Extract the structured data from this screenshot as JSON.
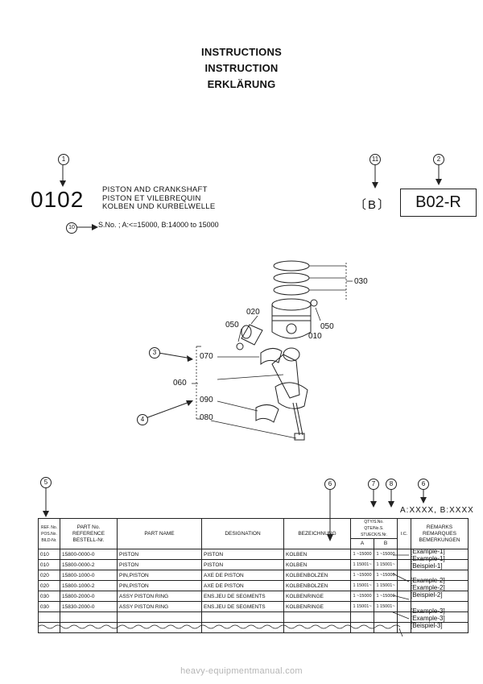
{
  "titles": [
    "INSTRUCTIONS",
    "INSTRUCTION",
    "ERKLÄRUNG"
  ],
  "group": {
    "code": "0102",
    "descriptions": [
      "PISTON AND CRANKSHAFT",
      "PISTON ET VILEBREQUIN",
      "KOLBEN UND KURBELWELLE"
    ],
    "bracket_letter": "〔B〕",
    "box_code": "B02-R",
    "serial_note": "S.No. ; A:<=15000, B:14000 to 15000"
  },
  "callouts": {
    "c1": "1",
    "c2": "2",
    "c3": "3",
    "c4": "4",
    "c5": "5",
    "c6a": "6",
    "c6b": "6",
    "c7": "7",
    "c8": "8",
    "c10": "10",
    "c11": "11"
  },
  "diagram_labels": {
    "p030": "030",
    "p020": "020",
    "p050a": "050",
    "p050b": "050",
    "p010": "010",
    "p070": "070",
    "p060": "060",
    "p090": "090",
    "p080": "080"
  },
  "remarks_header": "A:XXXX, B:XXXX",
  "table": {
    "headers": {
      "ref": [
        "REF. No.",
        "POS.No.",
        "BILD-Nr."
      ],
      "part_no": [
        "PART No.",
        "REFERENCE",
        "BESTELL-Nr."
      ],
      "part_name": "PART NAME",
      "designation": "DESIGNATION",
      "bezeichnung": "BEZEICHNUNG",
      "qty": [
        "QTY/S.No.",
        "QTE/No.S.",
        "STUECK/S.Nr."
      ],
      "qty_a": "A",
      "qty_b": "B",
      "ic": "I.C.",
      "remarks": [
        "REMARKS",
        "REMARQUES",
        "BEMERKUNGEN"
      ]
    },
    "rows": [
      {
        "ref": "010",
        "part": "15800-0000-0",
        "name": "PISTON",
        "desig": "PISTON",
        "bez": "KOLBEN",
        "qa": "1 ~15000",
        "qb": "1 ~15000"
      },
      {
        "ref": "010",
        "part": "15800-0000-2",
        "name": "PISTON",
        "desig": "PISTON",
        "bez": "KOLBEN",
        "qa": "1 15001~",
        "qb": "1 15001~"
      },
      {
        "ref": "020",
        "part": "15800-1000-0",
        "name": "PIN,PISTON",
        "desig": "AXE DE PISTON",
        "bez": "KOLBENBOLZEN",
        "qa": "1 ~15000",
        "qb": "1 ~15000"
      },
      {
        "ref": "020",
        "part": "15800-1000-2",
        "name": "PIN,PISTON",
        "desig": "AXE DE PISTON",
        "bez": "KOLBENBOLZEN",
        "qa": "1 15001~",
        "qb": "1 15001~"
      },
      {
        "ref": "030",
        "part": "15800-2000-0",
        "name": "ASSY PISTON RING",
        "desig": "ENS.JEU DE SEGMENTS",
        "bez": "KOLBENRINGE",
        "qa": "1 ~15000",
        "qb": "1 ~15000"
      },
      {
        "ref": "030",
        "part": "15830-2000-0",
        "name": "ASSY PISTON RING",
        "desig": "ENS.JEU DE SEGMENTS",
        "bez": "KOLBENRINGE",
        "qa": "1 15001~",
        "qb": "1 15001~"
      }
    ],
    "examples": [
      "[Example-1]",
      "[Example-1]",
      "[Beispiel-1]",
      "[Example-2]",
      "[Example-2]",
      "[Beispiel-2]",
      "[Example-3]",
      "[Example-3]",
      "[Beispiel-3]"
    ]
  },
  "footer": "heavy-equipmentmanual.com"
}
